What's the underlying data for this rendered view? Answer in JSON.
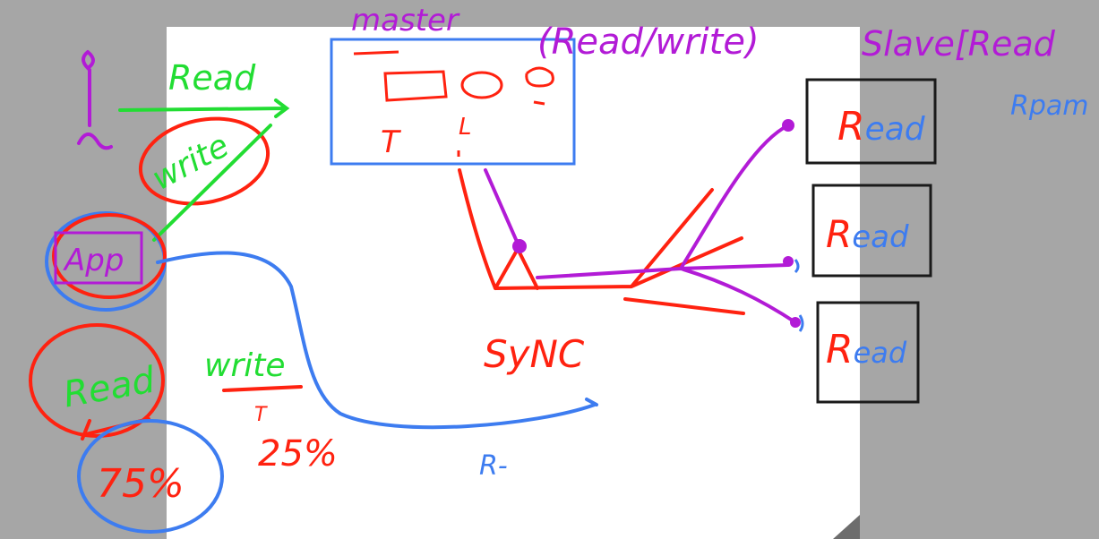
{
  "colors": {
    "background": "#a6a6a6",
    "page": "#ffffff",
    "purple": "#b21bd6",
    "green": "#22dd33",
    "red": "#ff2210",
    "blue": "#3d7cf0",
    "black": "#1a1a1a"
  },
  "labels": {
    "master": "master",
    "read_write_note": "(Read/write)",
    "master_t": "T",
    "master_l": "L",
    "slave": "Slave[Read",
    "slave_sub": "Rpam",
    "top_read": "Read",
    "write_circled": "write",
    "app": "App",
    "read_bottom": "Read",
    "write_bottom": "write",
    "t_mark": "T",
    "read_pct": "75%",
    "write_pct": "25%",
    "sync": "SyNC",
    "blue_mark": "R-"
  },
  "replicas": [
    {
      "r": "R",
      "rest": "ead"
    },
    {
      "r": "R",
      "rest": "ead"
    },
    {
      "r": "R",
      "rest": "ead"
    }
  ]
}
